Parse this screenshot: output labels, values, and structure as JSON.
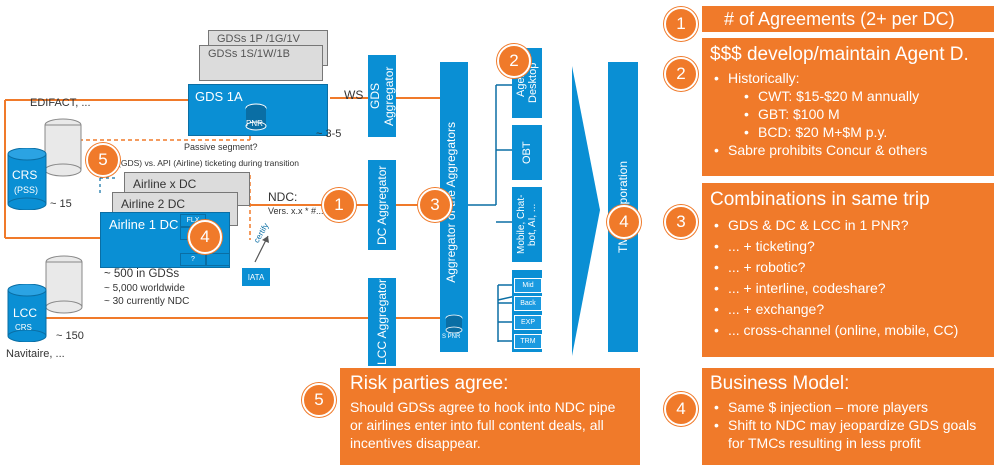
{
  "diagram": {
    "gds_stack": [
      "GDSs 1P /1G/1V",
      "GDSs 1S/1W/1B",
      "GDS 1A"
    ],
    "pnr": "PNR",
    "ws": "WS",
    "gds_count": "~ 3-5",
    "edifact": "EDIFACT, ...",
    "crs": "CRS",
    "pss": "(PSS)",
    "crs_count": "~ 15",
    "passive": "Passive segment?",
    "transition": "(GDS) vs. API (Airline) ticketing during transition",
    "airline_x": "Airline x DC",
    "airline_2": "Airline 2 DC",
    "airline_1": "Airline 1 DC",
    "flx": "FLX",
    "d": "D",
    "q": "?",
    "ndc": "NDC:",
    "vers": "Vers. x.x * #...s",
    "certify": "certify",
    "iata": "IATA",
    "stats": [
      "~ 500 in GDSs",
      "~ 5,000 worldwide",
      "~ 30 currently NDC"
    ],
    "lcc": "LCC",
    "lcc_crs": "CRS",
    "lcc_count": "~ 150",
    "navitaire": "Navitaire, ...",
    "gds_agg": "GDS Aggregator",
    "dc_agg": "DC Aggregator",
    "lcc_agg": "LCC Aggregator",
    "agg_of_agg": "Aggregator of the Aggregators",
    "s_pnr": "S PNR",
    "agent_desktop": "Agent Desktop",
    "obt": "OBT",
    "mobile": "Mobile, Chat-bot, AI, ...",
    "mid": "Mid",
    "back": "Back",
    "exp": "EXP",
    "trm": "TRM",
    "tmc": "TMC Corporation"
  },
  "badges": {
    "b1": "1",
    "b2": "2",
    "b3": "3",
    "b4": "4",
    "b5": "5"
  },
  "panel1": {
    "num": "1",
    "title": "# of Agreements (2+ per DC)"
  },
  "panel2": {
    "num": "2",
    "title": "$$$ develop/maintain Agent D.",
    "historically": "Historically:",
    "cwt": "CWT: $15-$20 M annually",
    "gbt": "GBT: $100 M",
    "bcd": "BCD: $20 M+$M p.y.",
    "sabre": "Sabre prohibits Concur & others"
  },
  "panel3": {
    "num": "3",
    "title": "Combinations in same trip",
    "items": [
      "GDS & DC & LCC in 1 PNR?",
      "... + ticketing?",
      "... + robotic?",
      "... + interline, codeshare?",
      "... + exchange?",
      "... cross-channel (online, mobile, CC)"
    ]
  },
  "panel4": {
    "num": "4",
    "title": "Business Model:",
    "items": [
      "Same $ injection – more players",
      "Shift to NDC may jeopardize GDS goals for TMCs resulting in less profit"
    ]
  },
  "panel5": {
    "num": "5",
    "title": "Risk parties agree:",
    "body": "Should GDSs agree to hook into NDC pipe or airlines enter into full content deals, all incentives disappear."
  },
  "colors": {
    "accent": "#f07a2a",
    "blue": "#0a8fd4"
  }
}
